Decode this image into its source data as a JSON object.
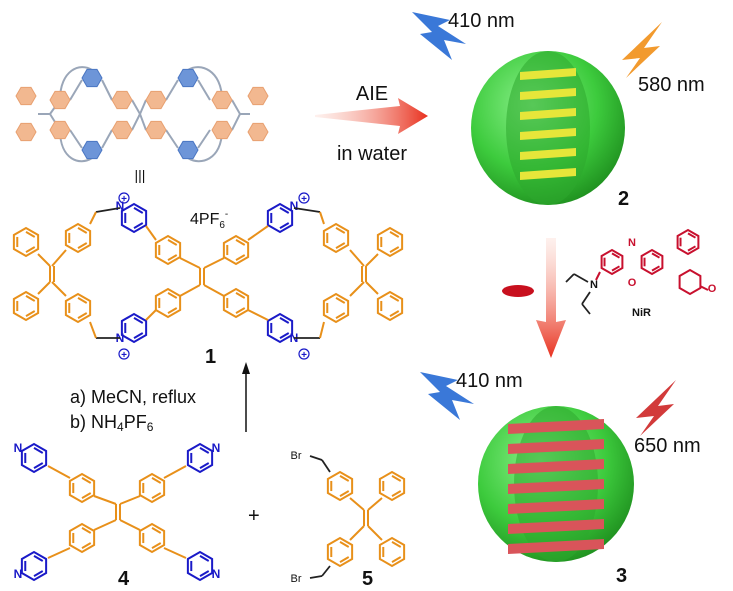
{
  "colors": {
    "orange": "#E8901A",
    "blue": "#1A1AC8",
    "red": "#C8102E",
    "sphere": "#3DCB3D",
    "stripe_yellow": "#E6E63A",
    "stripe_red": "#D9545A",
    "arrow_red": "#E8301E",
    "bolt_blue": "#3A78D8",
    "bolt_orange": "#F29A2E",
    "bolt_red": "#D23A3A"
  },
  "labels": {
    "aie": "AIE",
    "in_water": "in water",
    "counterion": "4PF",
    "counterion_sub": "6",
    "counterion_sup": "-",
    "compound1": "1",
    "compound2": "2",
    "compound3": "3",
    "compound4": "4",
    "compound5": "5",
    "nir": "NiR",
    "step_a": "a) MeCN, reflux",
    "step_b_pre": "b) NH",
    "step_b_sub1": "4",
    "step_b_mid": "PF",
    "step_b_sub2": "6",
    "excitation_top": "410 nm",
    "emission_top": "580 nm",
    "excitation_bottom": "410 nm",
    "emission_bottom": "650 nm",
    "equivalence": "|||",
    "plus": "+",
    "br": "Br",
    "n": "N",
    "o": "O",
    "plus_charge": "+"
  }
}
